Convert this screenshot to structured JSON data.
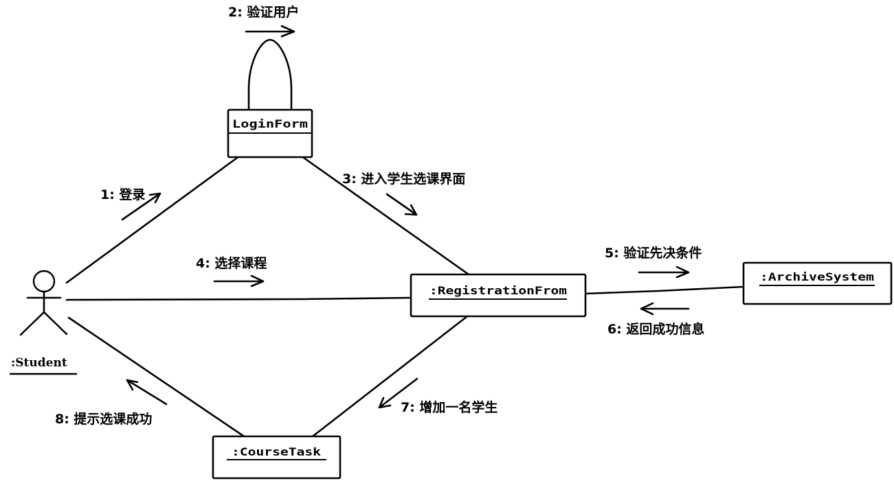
{
  "diagram": {
    "type": "UML collaboration diagram",
    "actor": {
      "label": ":Student"
    },
    "objects": {
      "login_form": {
        "label": "LoginForm"
      },
      "registration": {
        "label": ":RegistrationFrom"
      },
      "archive": {
        "label": ":ArchiveSystem"
      },
      "course_task": {
        "label": ":CourseTask"
      }
    },
    "messages": [
      {
        "label": "1: 登录",
        "from": ":Student",
        "to": "LoginForm"
      },
      {
        "label": "2: 验证用户",
        "from": "LoginForm",
        "to": "LoginForm"
      },
      {
        "label": "3: 进入学生选课界面",
        "from": "LoginForm",
        "to": ":RegistrationFrom"
      },
      {
        "label": "4: 选择课程",
        "from": ":Student",
        "to": ":RegistrationFrom"
      },
      {
        "label": "5: 验证先决条件",
        "from": ":RegistrationFrom",
        "to": ":ArchiveSystem"
      },
      {
        "label": "6: 返回成功信息",
        "from": ":ArchiveSystem",
        "to": ":RegistrationFrom"
      },
      {
        "label": "7: 增加一名学生",
        "from": ":RegistrationFrom",
        "to": ":CourseTask"
      },
      {
        "label": "8: 提示选课成功",
        "from": ":CourseTask",
        "to": ":Student"
      }
    ]
  }
}
